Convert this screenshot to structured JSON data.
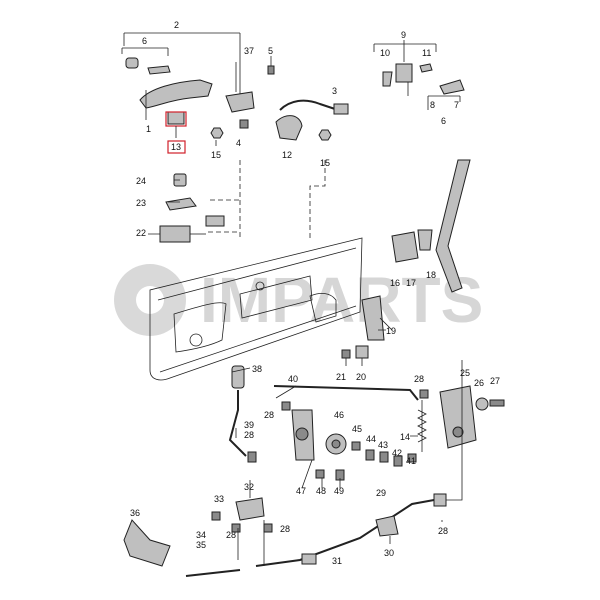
{
  "watermark": {
    "text": "IMPARTS"
  },
  "highlighted_callout": "13",
  "callouts": {
    "c2": "2",
    "c6a": "6",
    "c1": "1",
    "c13": "13",
    "c15a": "15",
    "c37": "37",
    "c4": "4",
    "c5": "5",
    "c3": "3",
    "c12": "12",
    "c15b": "15",
    "c9": "9",
    "c10": "10",
    "c11": "11",
    "c8": "8",
    "c7": "7",
    "c6b": "6",
    "c24": "24",
    "c23": "23",
    "c22": "22",
    "c16": "16",
    "c17": "17",
    "c18": "18",
    "c19": "19",
    "c21": "21",
    "c20": "20",
    "c38": "38",
    "c40": "40",
    "c28a": "28",
    "c39": "39",
    "c28b": "28",
    "c46": "46",
    "c45": "45",
    "c44": "44",
    "c43": "43",
    "c42": "42",
    "c41": "41",
    "c47": "47",
    "c48": "48",
    "c49": "49",
    "c28c": "28",
    "c25": "25",
    "c26": "26",
    "c27": "27",
    "c14": "14",
    "c36": "36",
    "c33": "33",
    "c32": "32",
    "c34": "34",
    "c28d": "28",
    "c28e": "28",
    "c35": "35",
    "c31": "31",
    "c29": "29",
    "c30": "30",
    "c28f": "28"
  }
}
